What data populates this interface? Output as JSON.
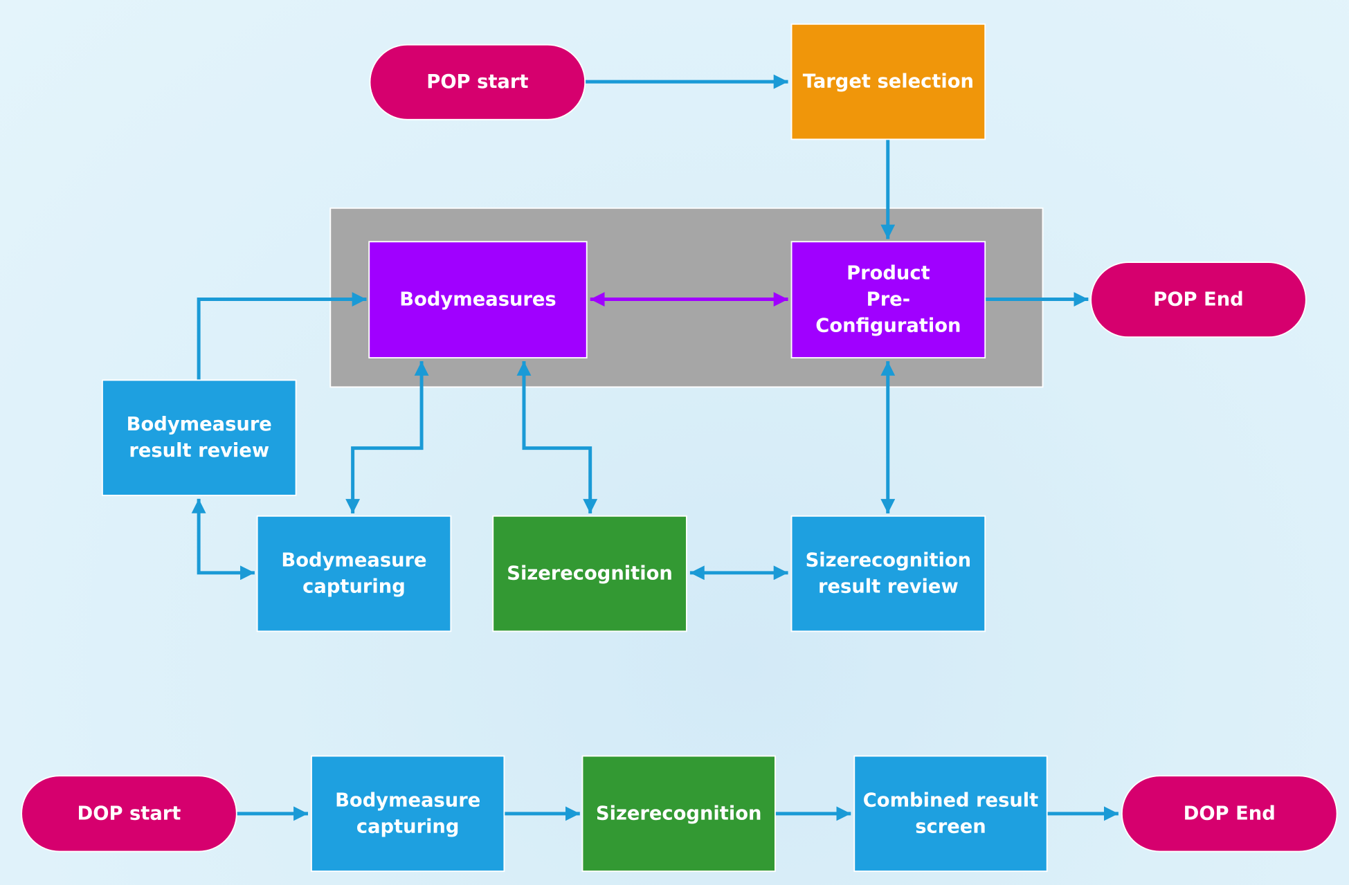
{
  "colors": {
    "terminal": "#d6006e",
    "process_blue": "#1ea0e0",
    "process_green": "#339933",
    "process_purple": "#a000ff",
    "process_orange": "#f0960a",
    "group_gray": "#a6a6a6",
    "arrow_blue": "#1a9ad6",
    "arrow_purple": "#a000ff"
  },
  "pop": {
    "start": {
      "label": [
        "POP start"
      ]
    },
    "target_selection": {
      "label": [
        "Target selection"
      ]
    },
    "bodymeasures": {
      "label": [
        "Bodymeasures"
      ]
    },
    "product_preconfig": {
      "label": [
        "Product",
        "Pre-",
        "Configuration"
      ]
    },
    "end": {
      "label": [
        "POP End"
      ]
    },
    "bodymeasure_review": {
      "label": [
        "Bodymeasure",
        "result review"
      ]
    },
    "bodymeasure_capturing": {
      "label": [
        "Bodymeasure",
        "capturing"
      ]
    },
    "sizerecognition": {
      "label": [
        "Sizerecognition"
      ]
    },
    "sizerecognition_review": {
      "label": [
        "Sizerecognition",
        "result review"
      ]
    }
  },
  "dop": {
    "start": {
      "label": [
        "DOP start"
      ]
    },
    "bodymeasure_capturing": {
      "label": [
        "Bodymeasure",
        "capturing"
      ]
    },
    "sizerecognition": {
      "label": [
        "Sizerecognition"
      ]
    },
    "combined_result": {
      "label": [
        "Combined result",
        "screen"
      ]
    },
    "end": {
      "label": [
        "DOP End"
      ]
    }
  }
}
